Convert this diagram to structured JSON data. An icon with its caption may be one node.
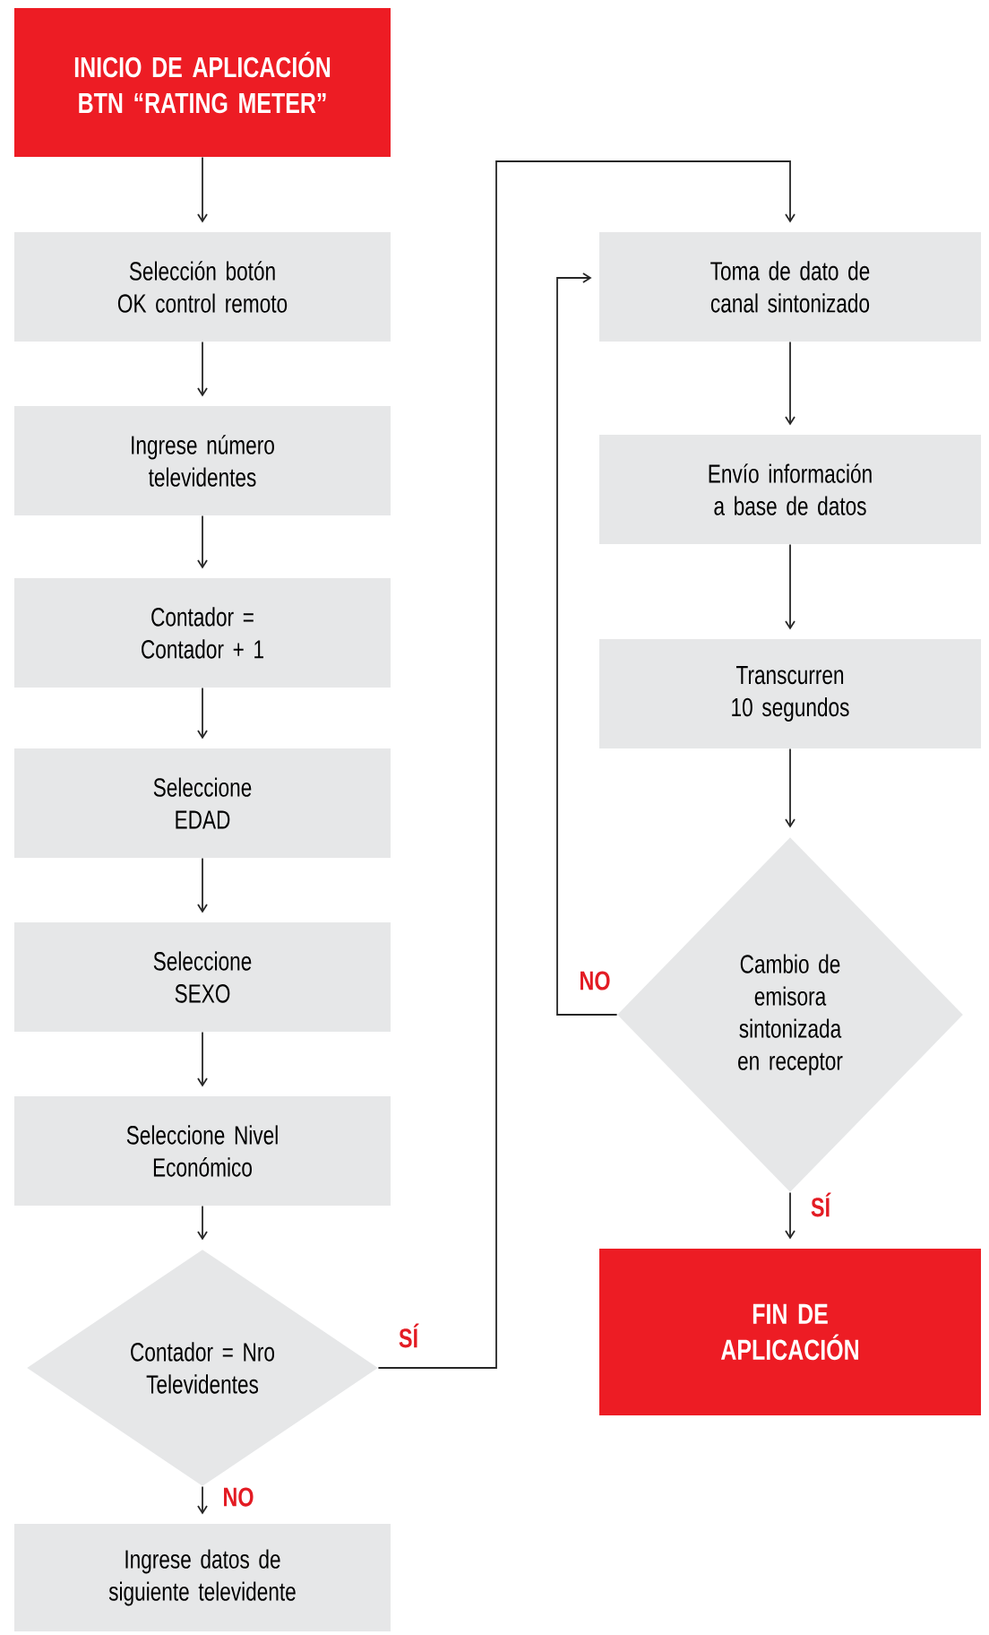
{
  "diagram": {
    "nodes": [
      {
        "text": [
          "INICIO DE APLICACIÓN BTN “RATING METER”"
        ]
      },
      {
        "text": [
          "Selección botón OK control remoto"
        ]
      },
      {
        "text": [
          "Ingrese número televidentes"
        ]
      },
      {
        "text": [
          "Contador = Contador + 1"
        ]
      },
      {
        "text": [
          "Seleccione EDAD"
        ]
      },
      {
        "text": [
          "Seleccione SEXO"
        ]
      },
      {
        "text": [
          "Seleccione Nivel Económico"
        ]
      },
      {
        "text": [
          "Contador = Nro Televidentes"
        ]
      },
      {
        "text": [
          "Ingrese datos de siguiente televidente"
        ]
      },
      {
        "text": [
          "Toma de dato de canal sintonizado"
        ]
      },
      {
        "text": [
          "Envío información a base de datos"
        ]
      },
      {
        "text": [
          "Transcurren 10 segundos"
        ]
      },
      {
        "text": [
          "Cambio de emisora sintonizada en receptor"
        ]
      },
      {
        "text": [
          "FIN DE APLICACIÓN"
        ]
      }
    ],
    "edges": [
      {
        "from": 0,
        "to": 1,
        "arrow": "to"
      },
      {
        "from": 1,
        "to": 2,
        "arrow": "to"
      },
      {
        "from": 2,
        "to": 3,
        "arrow": "to"
      },
      {
        "from": 3,
        "to": 4,
        "arrow": "to"
      },
      {
        "from": 4,
        "to": 5,
        "arrow": "to"
      },
      {
        "from": 5,
        "to": 6,
        "arrow": "to"
      },
      {
        "from": 6,
        "to": 7,
        "arrow": "to"
      },
      {
        "from": 7,
        "to": 8,
        "arrow": "to",
        "label": "NO"
      },
      {
        "from": 7,
        "to": 9,
        "arrow": "to",
        "label": "SÍ"
      },
      {
        "from": 9,
        "to": 10,
        "arrow": "to"
      },
      {
        "from": 10,
        "to": 11,
        "arrow": "to"
      },
      {
        "from": 11,
        "to": 12,
        "arrow": "to"
      },
      {
        "from": 12,
        "to": 9,
        "arrow": "to",
        "label": "NO"
      },
      {
        "from": 12,
        "to": 13,
        "arrow": "to",
        "label": "SÍ"
      }
    ]
  }
}
